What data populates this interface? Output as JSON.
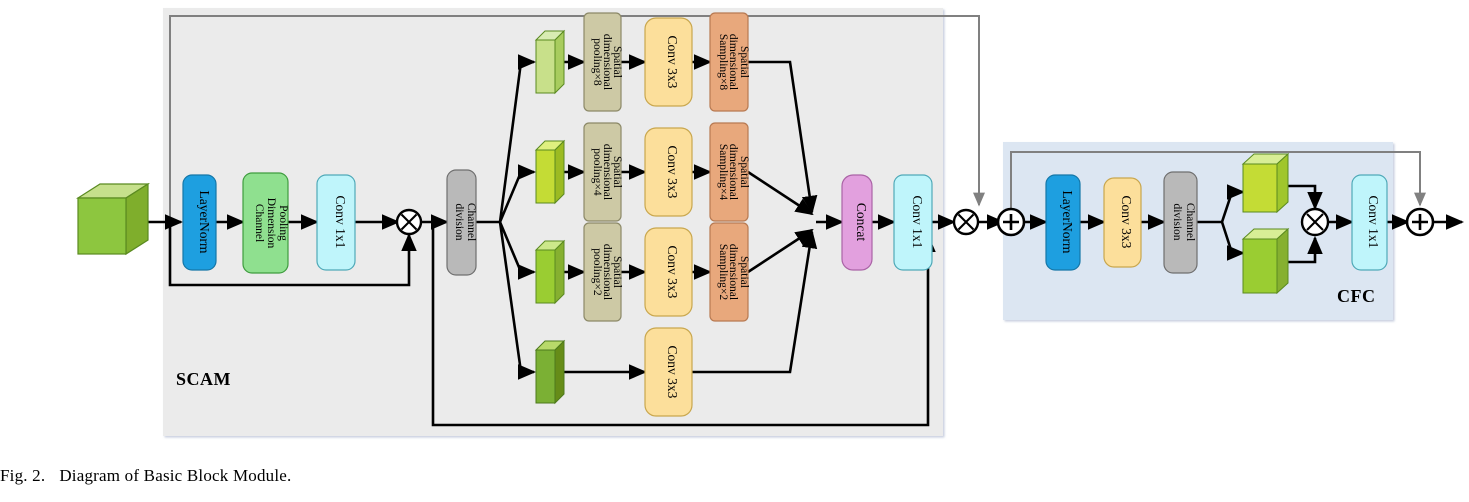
{
  "figure": {
    "number": "Fig. 2.",
    "caption": "Diagram of Basic Block Module."
  },
  "colors": {
    "scam_bg": "#ebebeb",
    "cfc_bg": "#dce6f2",
    "layernorm": "#1e9fe0",
    "channel_pooling": "#8fe08f",
    "conv1x1": "#bff5fb",
    "conv3x3": "#fcdf9b",
    "channel_division": "#b9b9b9",
    "pooling": "#cdc9a5",
    "sampling": "#e8a87c",
    "concat": "#e2a0de",
    "cube_light": "#c8e08a",
    "cube_mid": "#c4dc35",
    "cube_green": "#9acd32",
    "cube_dark": "#7bb034",
    "skip_gray": "#808080",
    "arrow_black": "#000000"
  },
  "scam": {
    "label": "SCAM",
    "layernorm": "LayerNorm",
    "channel_pooling": [
      "Channel",
      "Dimension",
      "Pooling"
    ],
    "conv1x1_in": "Conv 1x1",
    "mul1": "⊗",
    "channel_division": [
      "Channel",
      "division"
    ],
    "branches": [
      {
        "id": "branch-8",
        "cube": "feature-cube-1",
        "pooling": [
          "Spatial",
          "dimensional",
          "pooling×8"
        ],
        "conv": "Conv 3x3",
        "sampling": [
          "Spatial",
          "dimensional",
          "Sampling×8"
        ]
      },
      {
        "id": "branch-4",
        "cube": "feature-cube-2",
        "pooling": [
          "Spatial",
          "dimensional",
          "pooling×4"
        ],
        "conv": "Conv 3x3",
        "sampling": [
          "Spatial",
          "dimensional",
          "Sampling×4"
        ]
      },
      {
        "id": "branch-2",
        "cube": "feature-cube-3",
        "pooling": [
          "Spatial",
          "dimensional",
          "pooling×2"
        ],
        "conv": "Conv 3x3",
        "sampling": [
          "Spatial",
          "dimensional",
          "Sampling×2"
        ]
      },
      {
        "id": "branch-identity",
        "cube": "feature-cube-4",
        "pooling": null,
        "conv": "Conv 3x3",
        "sampling": null
      }
    ],
    "concat": "Concat",
    "conv1x1_out": "Conv 1x1",
    "mul2": "⊗"
  },
  "add1": "+",
  "cfc": {
    "label": "CFC",
    "layernorm": "LayerNorm",
    "conv3x3": "Conv 3x3",
    "channel_division": [
      "Channel",
      "division"
    ],
    "cube_top": "feature-cube-top",
    "cube_bottom": "feature-cube-bottom",
    "mul": "⊗",
    "conv1x1": "Conv 1x1"
  },
  "add2": "+"
}
